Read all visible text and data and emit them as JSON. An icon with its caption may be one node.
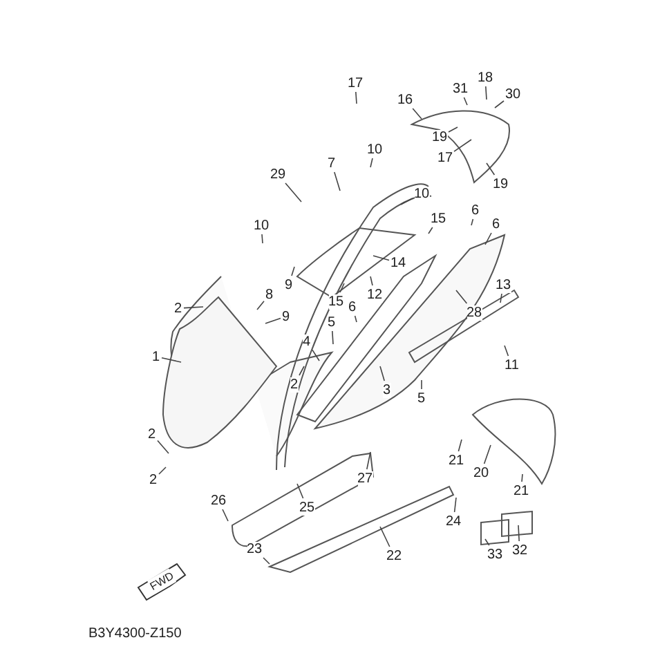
{
  "diagram": {
    "nodes": [
      {
        "text": [
          "17"
        ]
      },
      {
        "text": [
          "18"
        ]
      },
      {
        "text": [
          "31"
        ]
      },
      {
        "text": [
          "30"
        ]
      },
      {
        "text": [
          "16"
        ]
      },
      {
        "text": [
          "19"
        ]
      },
      {
        "text": [
          "17"
        ]
      },
      {
        "text": [
          "10"
        ]
      },
      {
        "text": [
          "29"
        ]
      },
      {
        "text": [
          "7"
        ]
      },
      {
        "text": [
          "10"
        ]
      },
      {
        "text": [
          "19"
        ]
      },
      {
        "text": [
          "15"
        ]
      },
      {
        "text": [
          "6"
        ]
      },
      {
        "text": [
          "6"
        ]
      },
      {
        "text": [
          "10"
        ]
      },
      {
        "text": [
          "14"
        ]
      },
      {
        "text": [
          "13"
        ]
      },
      {
        "text": [
          "9"
        ]
      },
      {
        "text": [
          "8"
        ]
      },
      {
        "text": [
          "12"
        ]
      },
      {
        "text": [
          "15"
        ]
      },
      {
        "text": [
          "6"
        ]
      },
      {
        "text": [
          "28"
        ]
      },
      {
        "text": [
          "2"
        ]
      },
      {
        "text": [
          "9"
        ]
      },
      {
        "text": [
          "5"
        ]
      },
      {
        "text": [
          "4"
        ]
      },
      {
        "text": [
          "11"
        ]
      },
      {
        "text": [
          "1"
        ]
      },
      {
        "text": [
          "2"
        ]
      },
      {
        "text": [
          "3"
        ]
      },
      {
        "text": [
          "5"
        ]
      },
      {
        "text": [
          "21"
        ]
      },
      {
        "text": [
          "20"
        ]
      },
      {
        "text": [
          "2"
        ]
      },
      {
        "text": [
          "2"
        ]
      },
      {
        "text": [
          "27"
        ]
      },
      {
        "text": [
          "21"
        ]
      },
      {
        "text": [
          "26"
        ]
      },
      {
        "text": [
          "25"
        ]
      },
      {
        "text": [
          "24"
        ]
      },
      {
        "text": [
          "23"
        ]
      },
      {
        "text": [
          "22"
        ]
      },
      {
        "text": [
          "33"
        ]
      },
      {
        "text": [
          "32"
        ]
      }
    ],
    "edges": [
      {
        "from": 0,
        "to": null,
        "arrow": "none"
      },
      {
        "from": 1,
        "to": null,
        "arrow": "none"
      },
      {
        "from": 2,
        "to": null,
        "arrow": "none"
      },
      {
        "from": 3,
        "to": null,
        "arrow": "none"
      },
      {
        "from": 4,
        "to": null,
        "arrow": "none"
      },
      {
        "from": 5,
        "to": null,
        "arrow": "none"
      },
      {
        "from": 6,
        "to": null,
        "arrow": "none"
      },
      {
        "from": 7,
        "to": null,
        "arrow": "none"
      },
      {
        "from": 8,
        "to": null,
        "arrow": "none"
      },
      {
        "from": 9,
        "to": null,
        "arrow": "none"
      },
      {
        "from": 10,
        "to": null,
        "arrow": "none"
      },
      {
        "from": 11,
        "to": null,
        "arrow": "none"
      },
      {
        "from": 12,
        "to": null,
        "arrow": "none"
      },
      {
        "from": 13,
        "to": null,
        "arrow": "none"
      },
      {
        "from": 14,
        "to": null,
        "arrow": "none"
      },
      {
        "from": 15,
        "to": null,
        "arrow": "none"
      },
      {
        "from": 16,
        "to": null,
        "arrow": "none"
      },
      {
        "from": 17,
        "to": null,
        "arrow": "none"
      },
      {
        "from": 18,
        "to": null,
        "arrow": "none"
      },
      {
        "from": 19,
        "to": null,
        "arrow": "none"
      },
      {
        "from": 20,
        "to": null,
        "arrow": "none"
      },
      {
        "from": 21,
        "to": null,
        "arrow": "none"
      },
      {
        "from": 22,
        "to": null,
        "arrow": "none"
      },
      {
        "from": 23,
        "to": null,
        "arrow": "none"
      },
      {
        "from": 24,
        "to": null,
        "arrow": "none"
      },
      {
        "from": 25,
        "to": null,
        "arrow": "none"
      },
      {
        "from": 26,
        "to": null,
        "arrow": "none"
      },
      {
        "from": 27,
        "to": null,
        "arrow": "none"
      },
      {
        "from": 28,
        "to": null,
        "arrow": "none"
      },
      {
        "from": 29,
        "to": null,
        "arrow": "none"
      },
      {
        "from": 30,
        "to": null,
        "arrow": "none"
      },
      {
        "from": 31,
        "to": null,
        "arrow": "none"
      },
      {
        "from": 32,
        "to": null,
        "arrow": "none"
      },
      {
        "from": 33,
        "to": null,
        "arrow": "none"
      },
      {
        "from": 34,
        "to": null,
        "arrow": "none"
      },
      {
        "from": 35,
        "to": null,
        "arrow": "none"
      },
      {
        "from": 36,
        "to": null,
        "arrow": "none"
      },
      {
        "from": 37,
        "to": null,
        "arrow": "none"
      },
      {
        "from": 38,
        "to": null,
        "arrow": "none"
      },
      {
        "from": 39,
        "to": null,
        "arrow": "none"
      },
      {
        "from": 40,
        "to": null,
        "arrow": "none"
      },
      {
        "from": 41,
        "to": null,
        "arrow": "none"
      },
      {
        "from": 42,
        "to": null,
        "arrow": "none"
      },
      {
        "from": 43,
        "to": null,
        "arrow": "none"
      },
      {
        "from": 44,
        "to": null,
        "arrow": "none"
      },
      {
        "from": 45,
        "to": null,
        "arrow": "none"
      }
    ],
    "labels": [
      "FWD",
      "B3Y4300-Z150"
    ]
  }
}
